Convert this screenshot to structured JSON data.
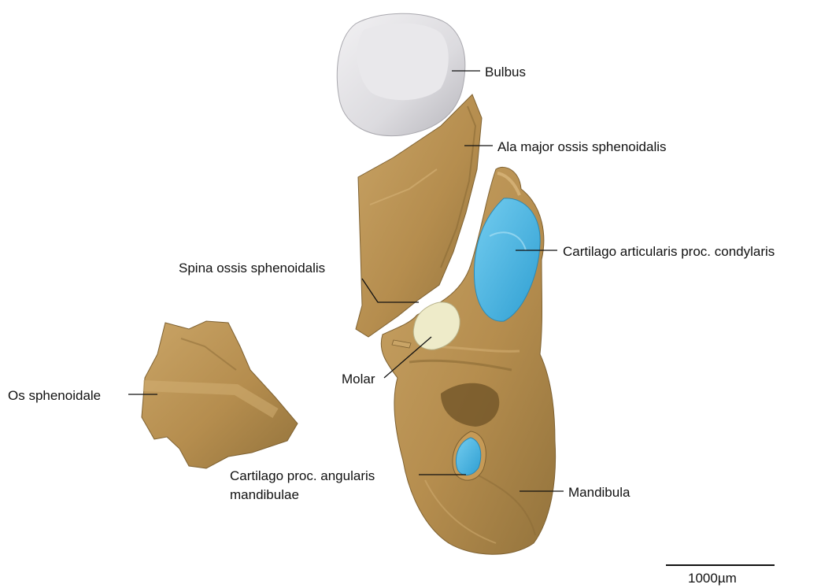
{
  "labels": {
    "bulbus": "Bulbus",
    "ala_major": "Ala major ossis sphenoidalis",
    "cartilago_articularis": "Cartilago articularis proc. condylaris",
    "spina": "Spina ossis sphenoidalis",
    "molar": "Molar",
    "os_sphenoidale": "Os sphenoidale",
    "cartilago_angularis_line1": "Cartilago proc. angularis",
    "cartilago_angularis_line2": "mandibulae",
    "mandibula": "Mandibula"
  },
  "scale_bar": {
    "label": "1000µm"
  },
  "colors": {
    "bone": "#B58D4E",
    "bone_light": "#C9A466",
    "bone_dark": "#8A6A35",
    "cartilage": "#3FB1E2",
    "cartilage_light": "#6CC8EE",
    "bulbus": "#E2E1E4",
    "bulbus_shade": "#BDBCC2",
    "molar": "#EEEBC9"
  }
}
